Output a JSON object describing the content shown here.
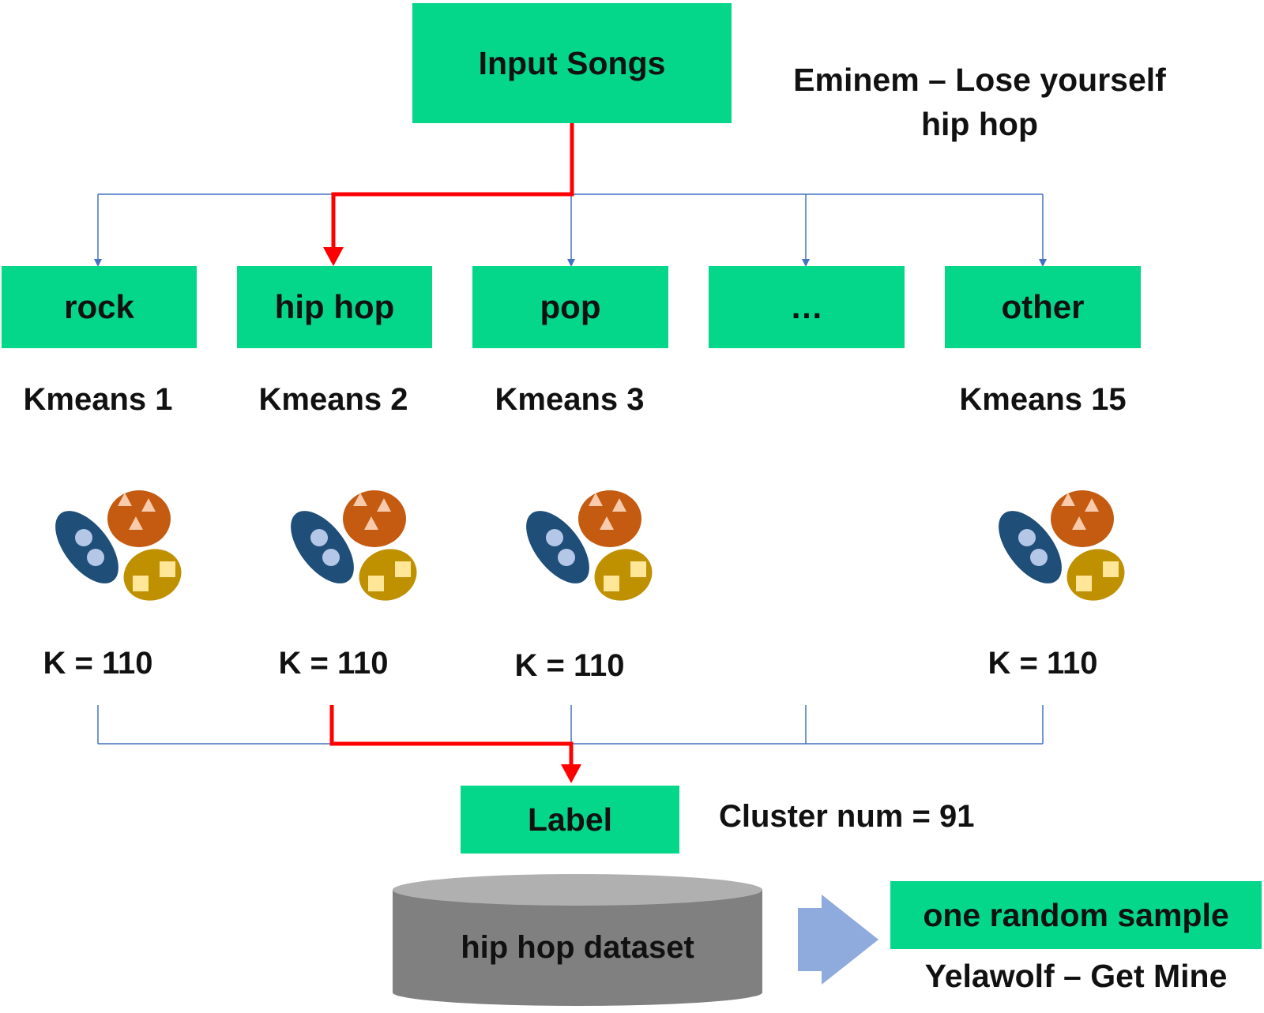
{
  "input": {
    "label": "Input Songs"
  },
  "query": {
    "song": "Eminem – Lose yourself",
    "genre": "hip hop"
  },
  "genres": [
    {
      "label": "rock",
      "kmeans": "Kmeans 1",
      "k": "K = 110",
      "has_model": true
    },
    {
      "label": "hip hop",
      "kmeans": "Kmeans 2",
      "k": "K = 110",
      "has_model": true
    },
    {
      "label": "pop",
      "kmeans": "Kmeans 3",
      "k": "K = 110",
      "has_model": true
    },
    {
      "label": "…",
      "kmeans": "",
      "k": "",
      "has_model": false
    },
    {
      "label": "other",
      "kmeans": "Kmeans 15",
      "k": "K = 110",
      "has_model": true
    }
  ],
  "label_box": {
    "label": "Label"
  },
  "cluster": {
    "text": "Cluster num = 91"
  },
  "dataset": {
    "label": "hip hop dataset"
  },
  "sample": {
    "label": "one random sample",
    "song": "Yelawolf – Get Mine"
  },
  "colors": {
    "box_green": "#04d68a",
    "blue_line": "#4472c4",
    "red_path": "#ff0000",
    "cluster_blue": "#1f4e79",
    "cluster_orange": "#c55a11",
    "cluster_gold": "#bf9000",
    "arrow_blue": "#8faadc",
    "db_gray": "#808080"
  }
}
